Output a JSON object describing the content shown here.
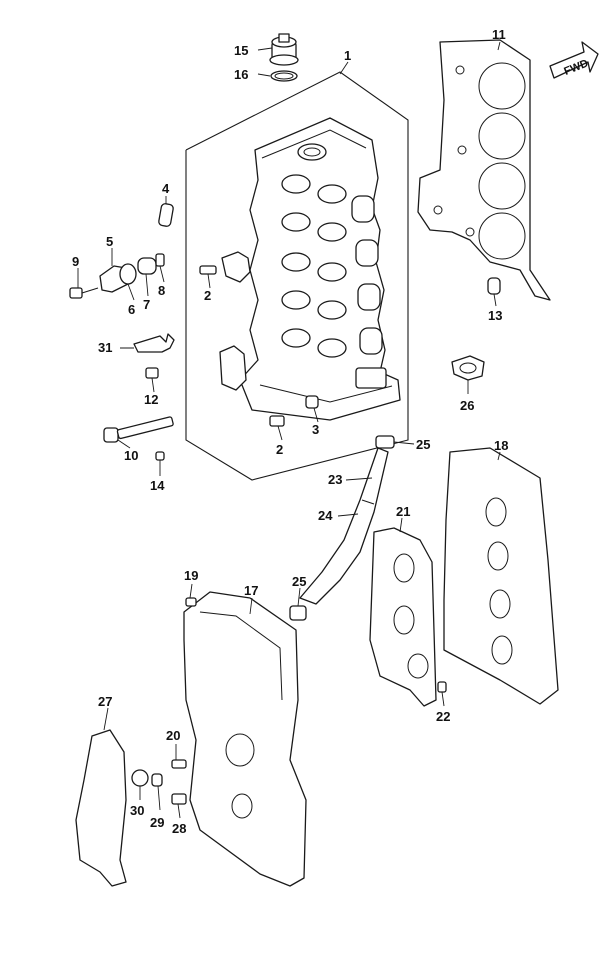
{
  "direction_badge": "FWD",
  "callouts": {
    "c1": "1",
    "c2a": "2",
    "c2b": "2",
    "c3": "3",
    "c4": "4",
    "c5": "5",
    "c6": "6",
    "c7": "7",
    "c8": "8",
    "c9": "9",
    "c10": "10",
    "c11": "11",
    "c12": "12",
    "c13": "13",
    "c14": "14",
    "c15": "15",
    "c16": "16",
    "c17": "17",
    "c18": "18",
    "c19": "19",
    "c20": "20",
    "c21": "21",
    "c22": "22",
    "c23": "23",
    "c24": "24",
    "c25a": "25",
    "c25b": "25",
    "c26": "26",
    "c27": "27",
    "c28": "28",
    "c29": "29",
    "c30": "30",
    "c31": "31"
  },
  "colors": {
    "line": "#1a1a1a",
    "background": "#ffffff"
  }
}
